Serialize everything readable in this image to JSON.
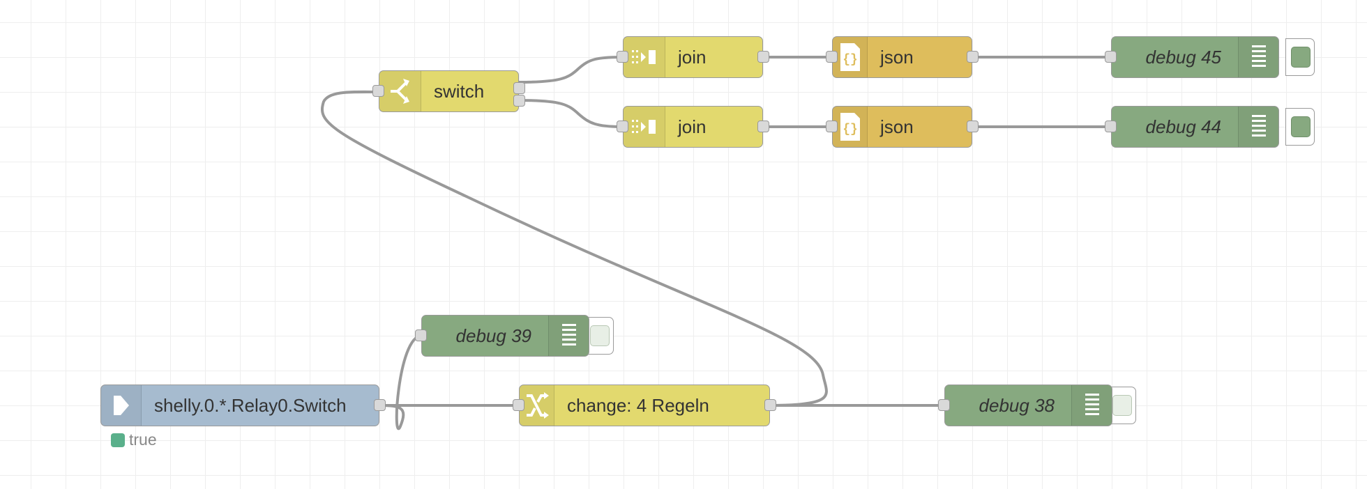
{
  "colors": {
    "function_yellow": "#e2d96e",
    "parser_orange": "#debd5c",
    "debug_green": "#87a980",
    "input_blue": "#a6bbcf",
    "status_green": "#5ab08b",
    "wire": "#999999"
  },
  "nodes": {
    "switch": {
      "label": "switch",
      "icon": "switch-icon"
    },
    "join_top": {
      "label": "join",
      "icon": "join-icon"
    },
    "join_bottom": {
      "label": "join",
      "icon": "join-icon"
    },
    "json_top": {
      "label": "json",
      "icon": "json-braces-icon"
    },
    "json_bottom": {
      "label": "json",
      "icon": "json-braces-icon"
    },
    "debug45": {
      "label": "debug 45",
      "icon": "debug-list-icon",
      "active": true
    },
    "debug44": {
      "label": "debug 44",
      "icon": "debug-list-icon",
      "active": true
    },
    "debug39": {
      "label": "debug 39",
      "icon": "debug-list-icon",
      "active": false
    },
    "debug38": {
      "label": "debug 38",
      "icon": "debug-list-icon",
      "active": false
    },
    "shelly_in": {
      "label": "shelly.0.*.Relay0.Switch",
      "icon": "arrow-right-icon",
      "status": "true"
    },
    "change": {
      "label": "change: 4 Regeln",
      "icon": "shuffle-icon"
    }
  }
}
